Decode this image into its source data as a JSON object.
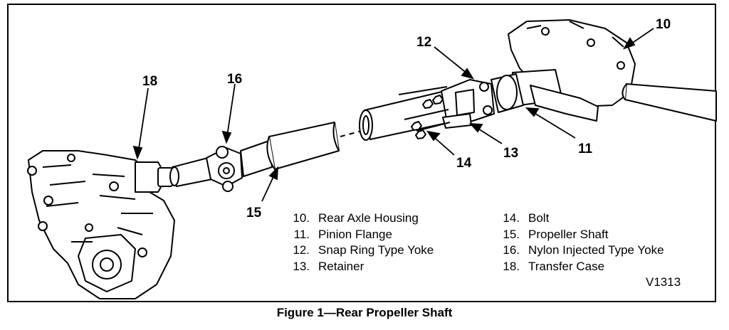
{
  "callouts": {
    "n10": "10",
    "n11": "11",
    "n12": "12",
    "n13": "13",
    "n14": "14",
    "n15": "15",
    "n16": "16",
    "n18": "18"
  },
  "legend": [
    {
      "num": "10.",
      "text": "Rear Axle Housing"
    },
    {
      "num": "11.",
      "text": "Pinion Flange"
    },
    {
      "num": "12.",
      "text": "Snap Ring Type Yoke"
    },
    {
      "num": "13.",
      "text": "Retainer"
    },
    {
      "num": "14.",
      "text": "Bolt"
    },
    {
      "num": "15.",
      "text": "Propeller Shaft"
    },
    {
      "num": "16.",
      "text": "Nylon Injected Type Yoke"
    },
    {
      "num": "18.",
      "text": "Transfer Case"
    }
  ],
  "drawing_code": "V1313",
  "caption": "Figure 1—Rear Propeller Shaft"
}
